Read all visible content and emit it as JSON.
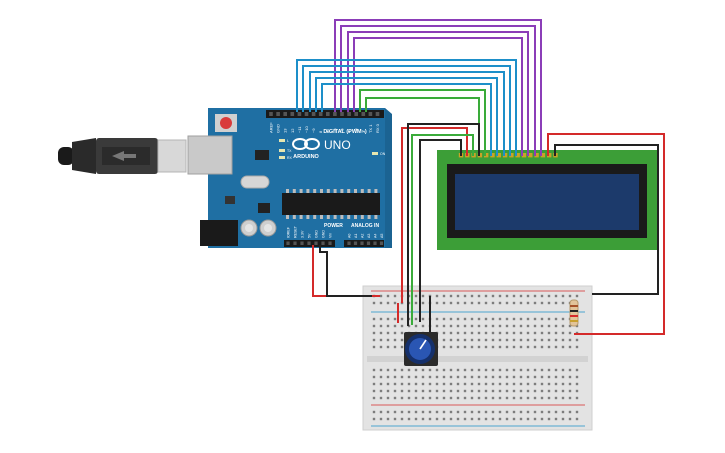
{
  "arduino": {
    "brand": "ARDUINO",
    "model": "UNO",
    "digital_label": "DIGITAL (PWM~)",
    "power_label": "POWER",
    "analog_label": "ANALOG IN",
    "led_tx": "TX",
    "led_rx": "RX",
    "led_l": "L",
    "led_on": "ON",
    "digital_pins": [
      "AREF",
      "GND",
      "13",
      "12",
      "~11",
      "~10",
      "~9",
      "8",
      "7",
      "~6",
      "~5",
      "4",
      "~3",
      "2",
      "TX 1",
      "RX 0"
    ],
    "power_pins": [
      "IOREF",
      "RESET",
      "3.3V",
      "5V",
      "GND",
      "GND",
      "Vin"
    ],
    "analog_pins": [
      "A0",
      "A1",
      "A2",
      "A3",
      "A4",
      "A5"
    ]
  },
  "components": {
    "lcd": "16x2 LCD",
    "potentiometer": "potentiometer",
    "resistor": "resistor",
    "breadboard": "breadboard",
    "usb": "USB cable"
  },
  "colors": {
    "board": "#1f6fa3",
    "lcd_pcb": "#3c9e37",
    "lcd_screen": "#1c3a6b",
    "wire_purple": "#8b3db8",
    "wire_blue": "#1d8fc9",
    "wire_green": "#3aab3a",
    "wire_red": "#d42a2a",
    "wire_black": "#222222"
  }
}
